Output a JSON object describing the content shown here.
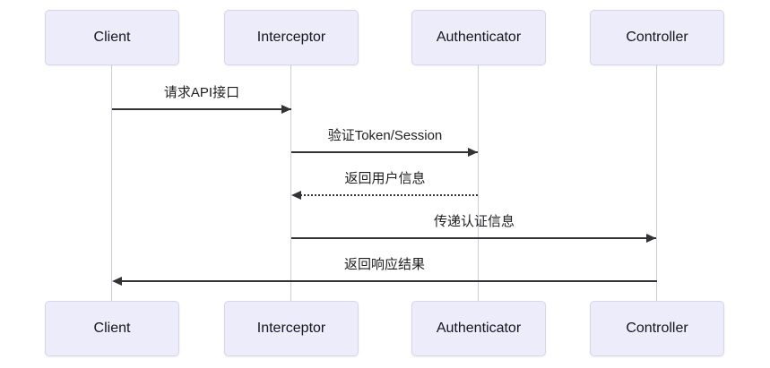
{
  "diagram": {
    "type": "sequence-diagram",
    "background_color": "#FFFFFF",
    "actors": [
      {
        "id": "client",
        "label": "Client"
      },
      {
        "id": "interceptor",
        "label": "Interceptor"
      },
      {
        "id": "authenticator",
        "label": "Authenticator"
      },
      {
        "id": "controller",
        "label": "Controller"
      }
    ],
    "messages": [
      {
        "from": "Client",
        "to": "Interceptor",
        "text": "请求API接口",
        "line": "solid",
        "direction": "right"
      },
      {
        "from": "Interceptor",
        "to": "Authenticator",
        "text": "验证Token/Session",
        "line": "solid",
        "direction": "right"
      },
      {
        "from": "Authenticator",
        "to": "Interceptor",
        "text": "返回用户信息",
        "line": "dotted",
        "direction": "left"
      },
      {
        "from": "Interceptor",
        "to": "Controller",
        "text": "传递认证信息",
        "line": "solid",
        "direction": "right"
      },
      {
        "from": "Controller",
        "to": "Client",
        "text": "返回响应结果",
        "line": "solid",
        "direction": "left"
      }
    ],
    "colors": {
      "actor_fill": "#ECECFB",
      "actor_border": "#D6D6E8",
      "lifeline": "#CCCCDD",
      "arrow": "#333333",
      "text": "#1F1F1F"
    }
  }
}
